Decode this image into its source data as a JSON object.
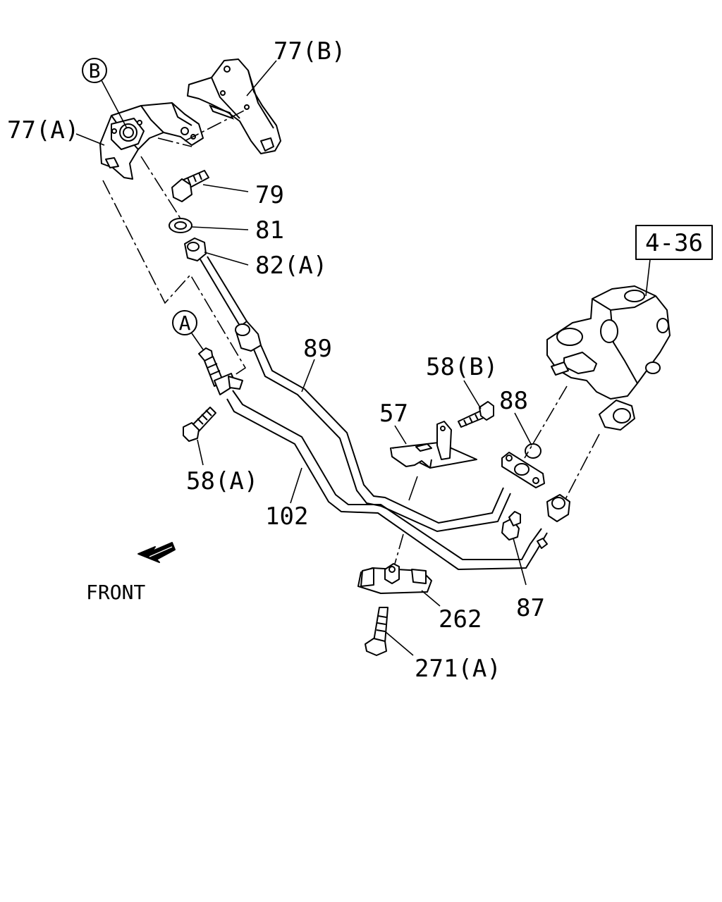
{
  "callouts": {
    "77b": "77(B)",
    "77a": "77(A)",
    "79": "79",
    "81": "81",
    "82a": "82(A)",
    "89": "89",
    "58b": "58(B)",
    "88": "88",
    "57": "57",
    "58a": "58(A)",
    "102": "102",
    "87": "87",
    "262": "262",
    "271a": "271(A)"
  },
  "reference_box": "4-36",
  "circle_markers": {
    "a": "A",
    "b": "B"
  },
  "front_label": "FRONT"
}
